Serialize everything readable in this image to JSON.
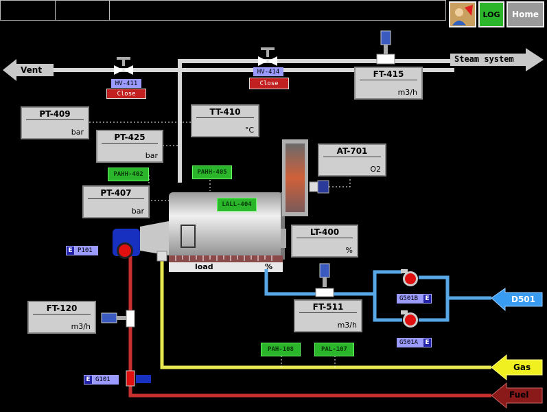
{
  "header": {
    "buttons": {
      "log_label": "LOG",
      "home_label": "Home"
    }
  },
  "lines": {
    "vent_label": "Vent",
    "steam_label": "Steam system",
    "d501_label": "D501",
    "gas_label": "Gas",
    "fuel_label": "Fuel"
  },
  "valves": [
    {
      "tag": "HV-411",
      "button": "Close"
    },
    {
      "tag": "HV-414",
      "button": "Close"
    }
  ],
  "instruments": [
    {
      "tag": "FT-415",
      "unit": "m3/h"
    },
    {
      "tag": "PT-409",
      "unit": "bar"
    },
    {
      "tag": "TT-410",
      "unit": "°C"
    },
    {
      "tag": "PT-425",
      "unit": "bar"
    },
    {
      "tag": "PT-407",
      "unit": "bar"
    },
    {
      "tag": "AT-701",
      "unit": "O2"
    },
    {
      "tag": "LT-400",
      "unit": "%"
    },
    {
      "tag": "FT-120",
      "unit": "m3/h"
    },
    {
      "tag": "FT-511",
      "unit": "m3/h"
    }
  ],
  "alarms": [
    "PAHH-402",
    "PAHH-405",
    "LALL-404",
    "PAH-108",
    "PAL-107"
  ],
  "equipment": [
    {
      "code": "E",
      "name": "P101"
    },
    {
      "code": "E",
      "name": "G501B"
    },
    {
      "code": "E",
      "name": "G501A"
    },
    {
      "code": "E",
      "name": "G101"
    }
  ],
  "boiler": {
    "load_label": "load",
    "load_unit": "%"
  },
  "colors": {
    "steam_pipe": "#d8d8d8",
    "water_pipe": "#58a8e8",
    "gas_pipe": "#e8e850",
    "fuel_pipe": "#c83030",
    "alarm": "#2bb52b",
    "d501_arrow": "#3a9cf0",
    "gas_arrow": "#f0f020",
    "fuel_arrow": "#8a1a1a"
  },
  "icons": [
    "user-alarm-icon",
    "flow-transmitter-icon",
    "valve-icon",
    "pump-icon",
    "blower-icon",
    "analyzer-icon"
  ]
}
